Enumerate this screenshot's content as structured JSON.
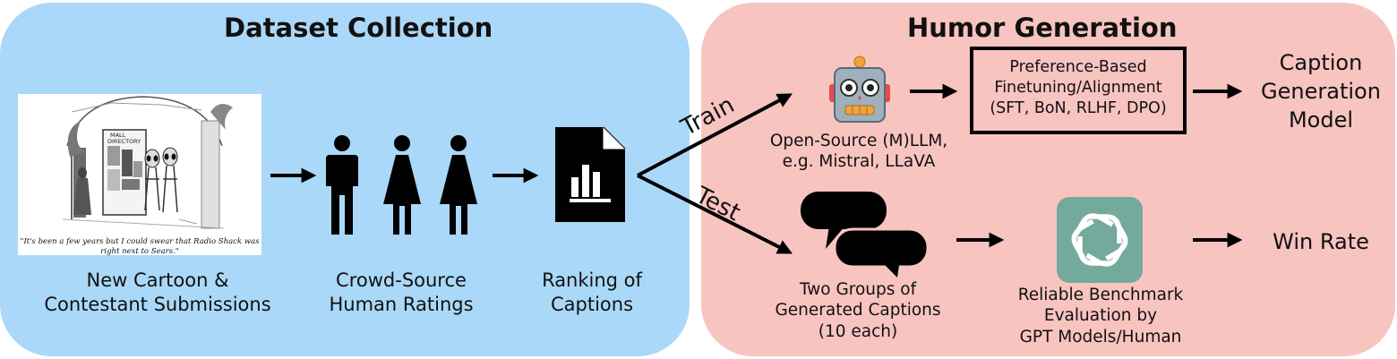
{
  "dataset_collection": {
    "title": "Dataset Collection",
    "cartoon": {
      "sign_text_line1": "MALL",
      "sign_text_line2": "DIRECTORY",
      "caption": "\"It's been a few years but I could swear that Radio Shack was right next to Sears.\""
    },
    "cartoon_label": [
      "New Cartoon &",
      "Contestant Submissions"
    ],
    "crowd_label": [
      "Crowd-Source",
      "Human Ratings"
    ],
    "ranking_label": [
      "Ranking of",
      "Captions"
    ]
  },
  "humor_generation": {
    "title": "Humor Generation",
    "train_label": "Train",
    "test_label": "Test",
    "llm_label": [
      "Open-Source (M)LLM,",
      "e.g. Mistral, LLaVA"
    ],
    "finetune_box": [
      "Preference-Based",
      "Finetuning/Alignment",
      "(SFT, BoN, RLHF, DPO)"
    ],
    "output_model": [
      "Caption",
      "Generation",
      "Model"
    ],
    "groups_label": [
      "Two Groups of",
      "Generated Captions",
      "(10 each)"
    ],
    "benchmark_label": [
      "Reliable Benchmark",
      "Evaluation by",
      "GPT Models/Human"
    ],
    "win_rate": "Win Rate"
  },
  "icons": {
    "robot": "robot-icon",
    "person": "person-icon",
    "document_chart": "document-chart-icon",
    "speech_bubbles": "speech-bubbles-icon",
    "openai_logo": "openai-logo-icon"
  },
  "colors": {
    "left_panel": "#aad8f8",
    "right_panel": "#f8c4c0",
    "openai_tile": "#74aa9c",
    "robot_body": "#9fb0bd"
  }
}
